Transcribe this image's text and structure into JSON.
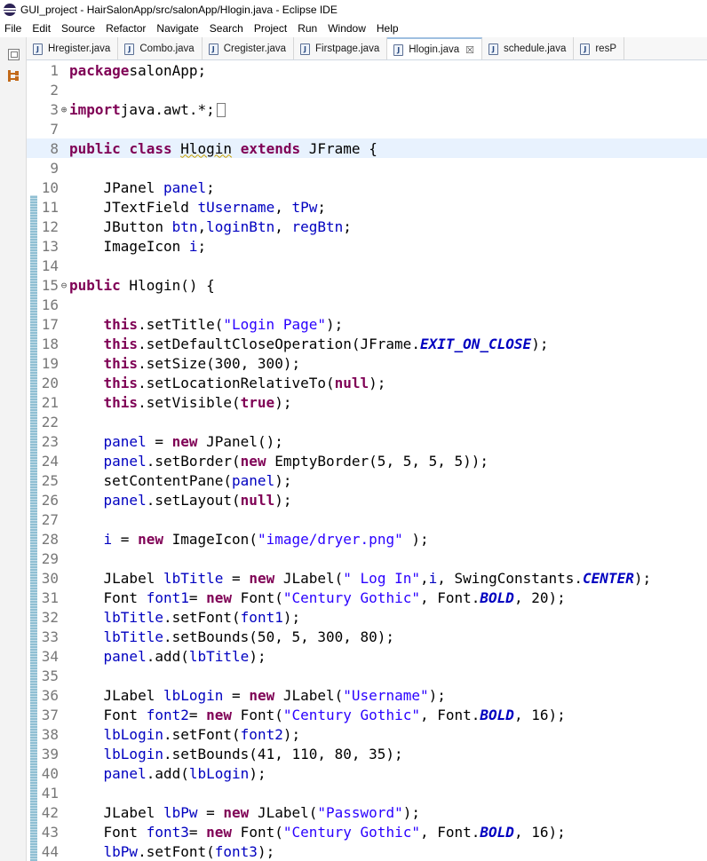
{
  "window": {
    "title": "GUI_project - HairSalonApp/src/salonApp/Hlogin.java - Eclipse IDE"
  },
  "menu": [
    "File",
    "Edit",
    "Source",
    "Refactor",
    "Navigate",
    "Search",
    "Project",
    "Run",
    "Window",
    "Help"
  ],
  "tabs": [
    {
      "label": "Hregister.java",
      "active": false
    },
    {
      "label": "Combo.java",
      "active": false
    },
    {
      "label": "Cregister.java",
      "active": false
    },
    {
      "label": "Firstpage.java",
      "active": false
    },
    {
      "label": "Hlogin.java",
      "active": true,
      "close": "☒"
    },
    {
      "label": "schedule.java",
      "active": false
    },
    {
      "label": "resP",
      "active": false
    }
  ],
  "editor": {
    "current_line": 8,
    "lines": [
      {
        "n": "1",
        "fold": "",
        "tokens": [
          [
            "kw",
            "package"
          ],
          [
            "",
            "salonApp;"
          ]
        ]
      },
      {
        "n": "2",
        "fold": "",
        "tokens": []
      },
      {
        "n": "3",
        "fold": "⊕",
        "tokens": [
          [
            "kw",
            "import"
          ],
          [
            "",
            "java.awt.*;"
          ]
        ],
        "collapsed": true
      },
      {
        "n": "7",
        "fold": "",
        "tokens": []
      },
      {
        "n": "8",
        "fold": "",
        "tokens": [
          [
            "kw",
            "public"
          ],
          [
            "",
            " "
          ],
          [
            "kw",
            "class"
          ],
          [
            "",
            " "
          ],
          [
            "sq",
            "Hlogin"
          ],
          [
            "",
            " "
          ],
          [
            "kw",
            "extends"
          ],
          [
            "",
            " JFrame {"
          ]
        ]
      },
      {
        "n": "9",
        "fold": "",
        "tokens": []
      },
      {
        "n": "10",
        "fold": "",
        "tokens": [
          [
            "",
            "    JPanel "
          ],
          [
            "fld",
            "panel"
          ],
          [
            "",
            ";"
          ]
        ]
      },
      {
        "n": "11",
        "fold": "",
        "tokens": [
          [
            "",
            "    JTextField "
          ],
          [
            "fld",
            "tUsername"
          ],
          [
            "",
            ", "
          ],
          [
            "fld",
            "tPw"
          ],
          [
            "",
            ";"
          ]
        ]
      },
      {
        "n": "12",
        "fold": "",
        "tokens": [
          [
            "",
            "    JButton "
          ],
          [
            "fld",
            "btn"
          ],
          [
            "",
            ","
          ],
          [
            "fld",
            "loginBtn"
          ],
          [
            "",
            ", "
          ],
          [
            "fld",
            "regBtn"
          ],
          [
            "",
            ";"
          ]
        ]
      },
      {
        "n": "13",
        "fold": "",
        "tokens": [
          [
            "",
            "    ImageIcon "
          ],
          [
            "fld",
            "i"
          ],
          [
            "",
            ";"
          ]
        ]
      },
      {
        "n": "14",
        "fold": "",
        "tokens": []
      },
      {
        "n": "15",
        "fold": "⊖",
        "tokens": [
          [
            "kw",
            "public"
          ],
          [
            "",
            " Hlogin() {"
          ]
        ]
      },
      {
        "n": "16",
        "fold": "",
        "tokens": []
      },
      {
        "n": "17",
        "fold": "",
        "tokens": [
          [
            "",
            "    "
          ],
          [
            "kw",
            "this"
          ],
          [
            "",
            ".setTitle("
          ],
          [
            "str",
            "\"Login Page\""
          ],
          [
            "",
            ");"
          ]
        ]
      },
      {
        "n": "18",
        "fold": "",
        "tokens": [
          [
            "",
            "    "
          ],
          [
            "kw",
            "this"
          ],
          [
            "",
            ".setDefaultCloseOperation(JFrame."
          ],
          [
            "cst",
            "EXIT_ON_CLOSE"
          ],
          [
            "",
            ");"
          ]
        ]
      },
      {
        "n": "19",
        "fold": "",
        "tokens": [
          [
            "",
            "    "
          ],
          [
            "kw",
            "this"
          ],
          [
            "",
            ".setSize(300, 300);"
          ]
        ]
      },
      {
        "n": "20",
        "fold": "",
        "tokens": [
          [
            "",
            "    "
          ],
          [
            "kw",
            "this"
          ],
          [
            "",
            ".setLocationRelativeTo("
          ],
          [
            "kw",
            "null"
          ],
          [
            "",
            ");"
          ]
        ]
      },
      {
        "n": "21",
        "fold": "",
        "tokens": [
          [
            "",
            "    "
          ],
          [
            "kw",
            "this"
          ],
          [
            "",
            ".setVisible("
          ],
          [
            "kw",
            "true"
          ],
          [
            "",
            ");"
          ]
        ]
      },
      {
        "n": "22",
        "fold": "",
        "tokens": []
      },
      {
        "n": "23",
        "fold": "",
        "tokens": [
          [
            "",
            "    "
          ],
          [
            "fld",
            "panel"
          ],
          [
            "",
            " = "
          ],
          [
            "kw",
            "new"
          ],
          [
            "",
            " JPanel();"
          ]
        ]
      },
      {
        "n": "24",
        "fold": "",
        "tokens": [
          [
            "",
            "    "
          ],
          [
            "fld",
            "panel"
          ],
          [
            "",
            ".setBorder("
          ],
          [
            "kw",
            "new"
          ],
          [
            "",
            " EmptyBorder(5, 5, 5, 5));"
          ]
        ]
      },
      {
        "n": "25",
        "fold": "",
        "tokens": [
          [
            "",
            "    setContentPane("
          ],
          [
            "fld",
            "panel"
          ],
          [
            "",
            ");"
          ]
        ]
      },
      {
        "n": "26",
        "fold": "",
        "tokens": [
          [
            "",
            "    "
          ],
          [
            "fld",
            "panel"
          ],
          [
            "",
            ".setLayout("
          ],
          [
            "kw",
            "null"
          ],
          [
            "",
            ");"
          ]
        ]
      },
      {
        "n": "27",
        "fold": "",
        "tokens": []
      },
      {
        "n": "28",
        "fold": "",
        "tokens": [
          [
            "",
            "    "
          ],
          [
            "fld",
            "i"
          ],
          [
            "",
            " = "
          ],
          [
            "kw",
            "new"
          ],
          [
            "",
            " ImageIcon("
          ],
          [
            "str",
            "\"image/dryer.png\""
          ],
          [
            "",
            " );"
          ]
        ]
      },
      {
        "n": "29",
        "fold": "",
        "tokens": []
      },
      {
        "n": "30",
        "fold": "",
        "tokens": [
          [
            "",
            "    JLabel "
          ],
          [
            "fld",
            "lbTitle"
          ],
          [
            "",
            " = "
          ],
          [
            "kw",
            "new"
          ],
          [
            "",
            " JLabel("
          ],
          [
            "str",
            "\" Log In\""
          ],
          [
            "",
            ","
          ],
          [
            "fld",
            "i"
          ],
          [
            "",
            ", SwingConstants."
          ],
          [
            "cst",
            "CENTER"
          ],
          [
            "",
            ");"
          ]
        ]
      },
      {
        "n": "31",
        "fold": "",
        "tokens": [
          [
            "",
            "    Font "
          ],
          [
            "fld",
            "font1"
          ],
          [
            "",
            "= "
          ],
          [
            "kw",
            "new"
          ],
          [
            "",
            " Font("
          ],
          [
            "str",
            "\"Century Gothic\""
          ],
          [
            "",
            ", Font."
          ],
          [
            "cst",
            "BOLD"
          ],
          [
            "",
            ", 20);"
          ]
        ]
      },
      {
        "n": "32",
        "fold": "",
        "tokens": [
          [
            "",
            "    "
          ],
          [
            "fld",
            "lbTitle"
          ],
          [
            "",
            ".setFont("
          ],
          [
            "fld",
            "font1"
          ],
          [
            "",
            ");"
          ]
        ]
      },
      {
        "n": "33",
        "fold": "",
        "tokens": [
          [
            "",
            "    "
          ],
          [
            "fld",
            "lbTitle"
          ],
          [
            "",
            ".setBounds(50, 5, 300, 80);"
          ]
        ]
      },
      {
        "n": "34",
        "fold": "",
        "tokens": [
          [
            "",
            "    "
          ],
          [
            "fld",
            "panel"
          ],
          [
            "",
            ".add("
          ],
          [
            "fld",
            "lbTitle"
          ],
          [
            "",
            ");"
          ]
        ]
      },
      {
        "n": "35",
        "fold": "",
        "tokens": []
      },
      {
        "n": "36",
        "fold": "",
        "tokens": [
          [
            "",
            "    JLabel "
          ],
          [
            "fld",
            "lbLogin"
          ],
          [
            "",
            " = "
          ],
          [
            "kw",
            "new"
          ],
          [
            "",
            " JLabel("
          ],
          [
            "str",
            "\"Username\""
          ],
          [
            "",
            ");"
          ]
        ]
      },
      {
        "n": "37",
        "fold": "",
        "tokens": [
          [
            "",
            "    Font "
          ],
          [
            "fld",
            "font2"
          ],
          [
            "",
            "= "
          ],
          [
            "kw",
            "new"
          ],
          [
            "",
            " Font("
          ],
          [
            "str",
            "\"Century Gothic\""
          ],
          [
            "",
            ", Font."
          ],
          [
            "cst",
            "BOLD"
          ],
          [
            "",
            ", 16);"
          ]
        ]
      },
      {
        "n": "38",
        "fold": "",
        "tokens": [
          [
            "",
            "    "
          ],
          [
            "fld",
            "lbLogin"
          ],
          [
            "",
            ".setFont("
          ],
          [
            "fld",
            "font2"
          ],
          [
            "",
            ");"
          ]
        ]
      },
      {
        "n": "39",
        "fold": "",
        "tokens": [
          [
            "",
            "    "
          ],
          [
            "fld",
            "lbLogin"
          ],
          [
            "",
            ".setBounds(41, 110, 80, 35);"
          ]
        ]
      },
      {
        "n": "40",
        "fold": "",
        "tokens": [
          [
            "",
            "    "
          ],
          [
            "fld",
            "panel"
          ],
          [
            "",
            ".add("
          ],
          [
            "fld",
            "lbLogin"
          ],
          [
            "",
            ");"
          ]
        ]
      },
      {
        "n": "41",
        "fold": "",
        "tokens": []
      },
      {
        "n": "42",
        "fold": "",
        "tokens": [
          [
            "",
            "    JLabel "
          ],
          [
            "fld",
            "lbPw"
          ],
          [
            "",
            " = "
          ],
          [
            "kw",
            "new"
          ],
          [
            "",
            " JLabel("
          ],
          [
            "str",
            "\"Password\""
          ],
          [
            "",
            ");"
          ]
        ]
      },
      {
        "n": "43",
        "fold": "",
        "tokens": [
          [
            "",
            "    Font "
          ],
          [
            "fld",
            "font3"
          ],
          [
            "",
            "= "
          ],
          [
            "kw",
            "new"
          ],
          [
            "",
            " Font("
          ],
          [
            "str",
            "\"Century Gothic\""
          ],
          [
            "",
            ", Font."
          ],
          [
            "cst",
            "BOLD"
          ],
          [
            "",
            ", 16);"
          ]
        ]
      },
      {
        "n": "44",
        "fold": "",
        "tokens": [
          [
            "",
            "    "
          ],
          [
            "fld",
            "lbPw"
          ],
          [
            "",
            ".setFont("
          ],
          [
            "fld",
            "font3"
          ],
          [
            "",
            ");"
          ]
        ]
      }
    ]
  },
  "colors": {
    "keyword": "#7f0055",
    "field": "#0000c0",
    "string": "#2a00ff",
    "line_highlight": "#e8f2fe",
    "change_bar": "#8fbfd3"
  }
}
